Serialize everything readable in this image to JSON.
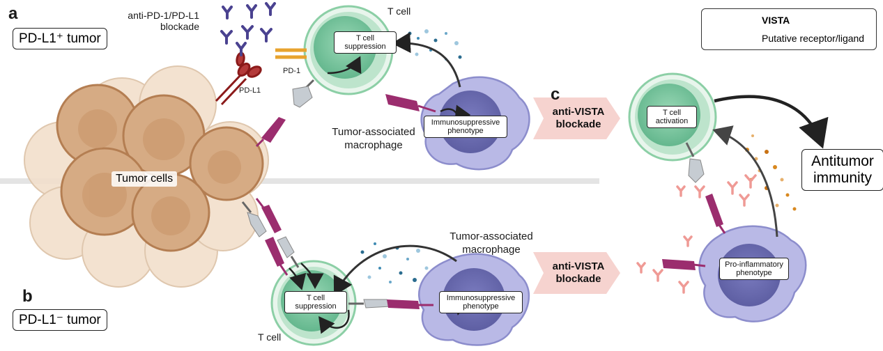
{
  "panels": {
    "a": "a",
    "b": "b",
    "c": "c"
  },
  "tumor_types": {
    "positive": "PD-L1⁺ tumor",
    "negative": "PD-L1⁻ tumor"
  },
  "tumor_cells_label": "Tumor cells",
  "antibody_label_line1": "anti-PD-1/PD-L1",
  "antibody_label_line2": "blockade",
  "pd1_label": "PD-1",
  "pdl1_label": "PD-L1",
  "t_cell_label": "T cell",
  "tcell_suppression": [
    "T cell",
    "suppression"
  ],
  "immunosuppressive": [
    "Immunosuppressive",
    "phenotype"
  ],
  "tam_label": [
    "Tumor-associated",
    "macrophage"
  ],
  "tcell_activation": [
    "T cell",
    "activation"
  ],
  "proinflammatory": [
    "Pro-inflammatory",
    "phenotype"
  ],
  "anti_vista": [
    "anti-VISTA",
    "blockade"
  ],
  "antitumor": [
    "Antitumor",
    "immunity"
  ],
  "legend": {
    "vista": "VISTA",
    "putative": "Putative receptor/ligand"
  },
  "colors": {
    "vista": "#9b2d6e",
    "putative": "#c6ccd2",
    "tcell": "#7fcca6",
    "macrophage": "#9e9fd9",
    "tumor": "#d9b28e",
    "anti_vista_arrow": "#f6d3cf"
  }
}
